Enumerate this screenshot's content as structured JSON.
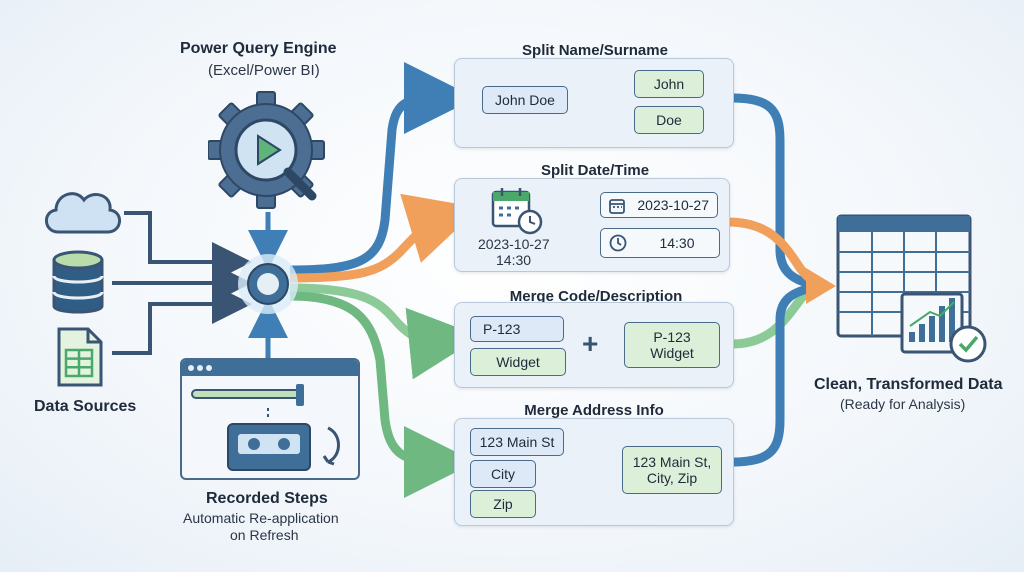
{
  "engine": {
    "title": "Power Query Engine",
    "subtitle": "(Excel/Power BI)"
  },
  "sources": {
    "label": "Data Sources",
    "icons": [
      "cloud-icon",
      "database-icon",
      "spreadsheet-icon"
    ]
  },
  "recorded": {
    "title": "Recorded Steps",
    "line1": "Automatic Re-application",
    "line2": "on Refresh"
  },
  "split_name": {
    "title": "Split Name/Surname",
    "input": "John Doe",
    "out1": "John",
    "out2": "Doe"
  },
  "split_date": {
    "title": "Split Date/Time",
    "input_date": "2023-10-27",
    "input_time": "14:30",
    "out_date": "2023-10-27",
    "out_time": "14:30"
  },
  "merge_code": {
    "title": "Merge Code/Description",
    "in1": "P-123",
    "in2": "Widget",
    "out_line1": "P-123",
    "out_line2": "Widget"
  },
  "merge_address": {
    "title": "Merge Address Info",
    "in1": "123 Main St",
    "in2": "City",
    "in3": "Zip",
    "out_line1": "123 Main St,",
    "out_line2": "City, Zip"
  },
  "output": {
    "title": "Clean, Transformed Data",
    "subtitle": "(Ready for Analysis)"
  },
  "colors": {
    "blue": "#3f7fb5",
    "orange": "#f0a05a",
    "green": "#7cc28a",
    "dark": "#3a5573"
  }
}
